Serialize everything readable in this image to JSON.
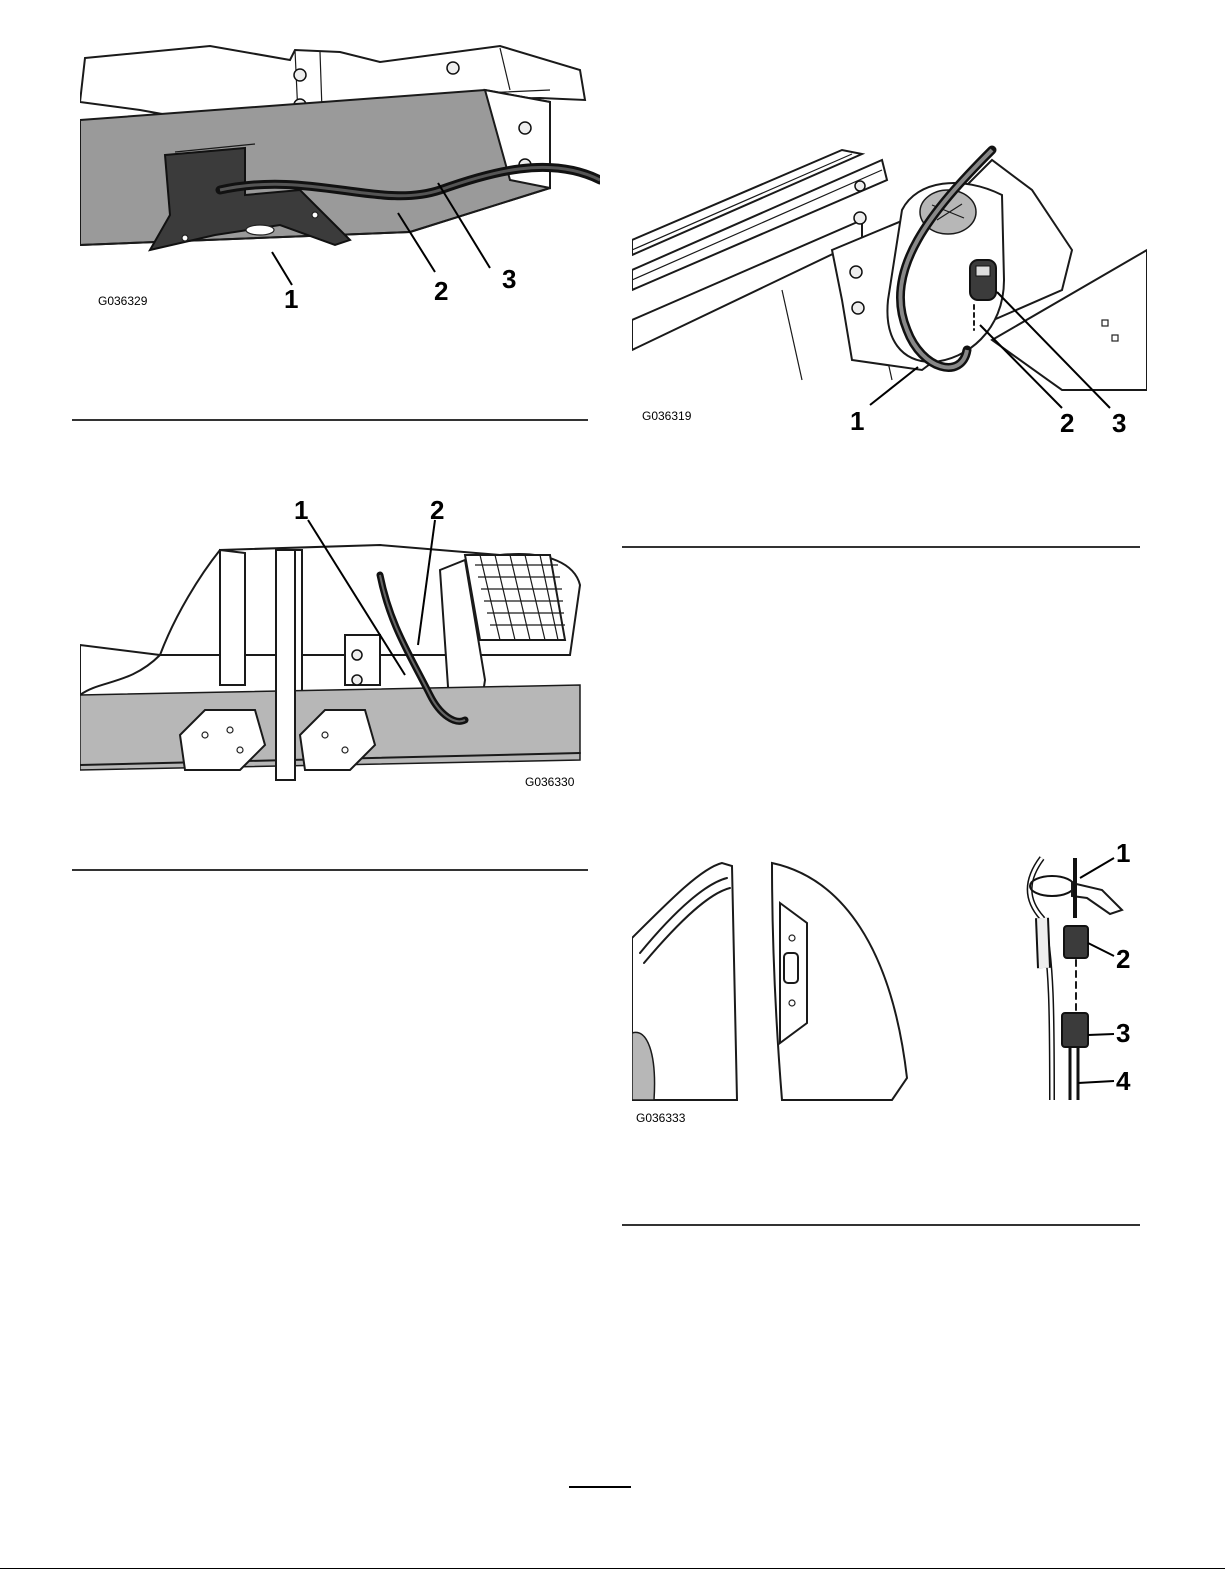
{
  "figures": [
    {
      "id": "G036329",
      "callouts": [
        "1",
        "2",
        "3"
      ]
    },
    {
      "id": "G036319",
      "callouts": [
        "1",
        "2",
        "3"
      ]
    },
    {
      "id": "G036330",
      "callouts": [
        "1",
        "2"
      ]
    },
    {
      "id": "G036333",
      "callouts": [
        "1",
        "2",
        "3",
        "4"
      ]
    }
  ]
}
